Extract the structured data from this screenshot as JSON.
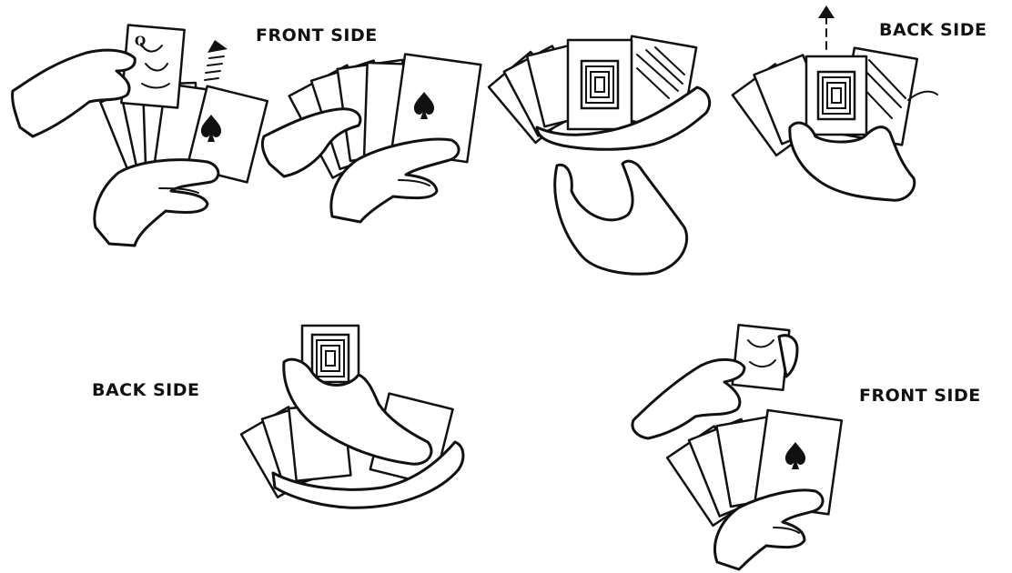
{
  "labels": {
    "front_side_top": "FRONT SIDE",
    "back_side_top": "BACK SIDE",
    "back_side_bottom": "BACK SIDE",
    "front_side_bottom": "FRONT SIDE"
  },
  "colors": {
    "ink": "#111111",
    "paper": "#ffffff"
  }
}
